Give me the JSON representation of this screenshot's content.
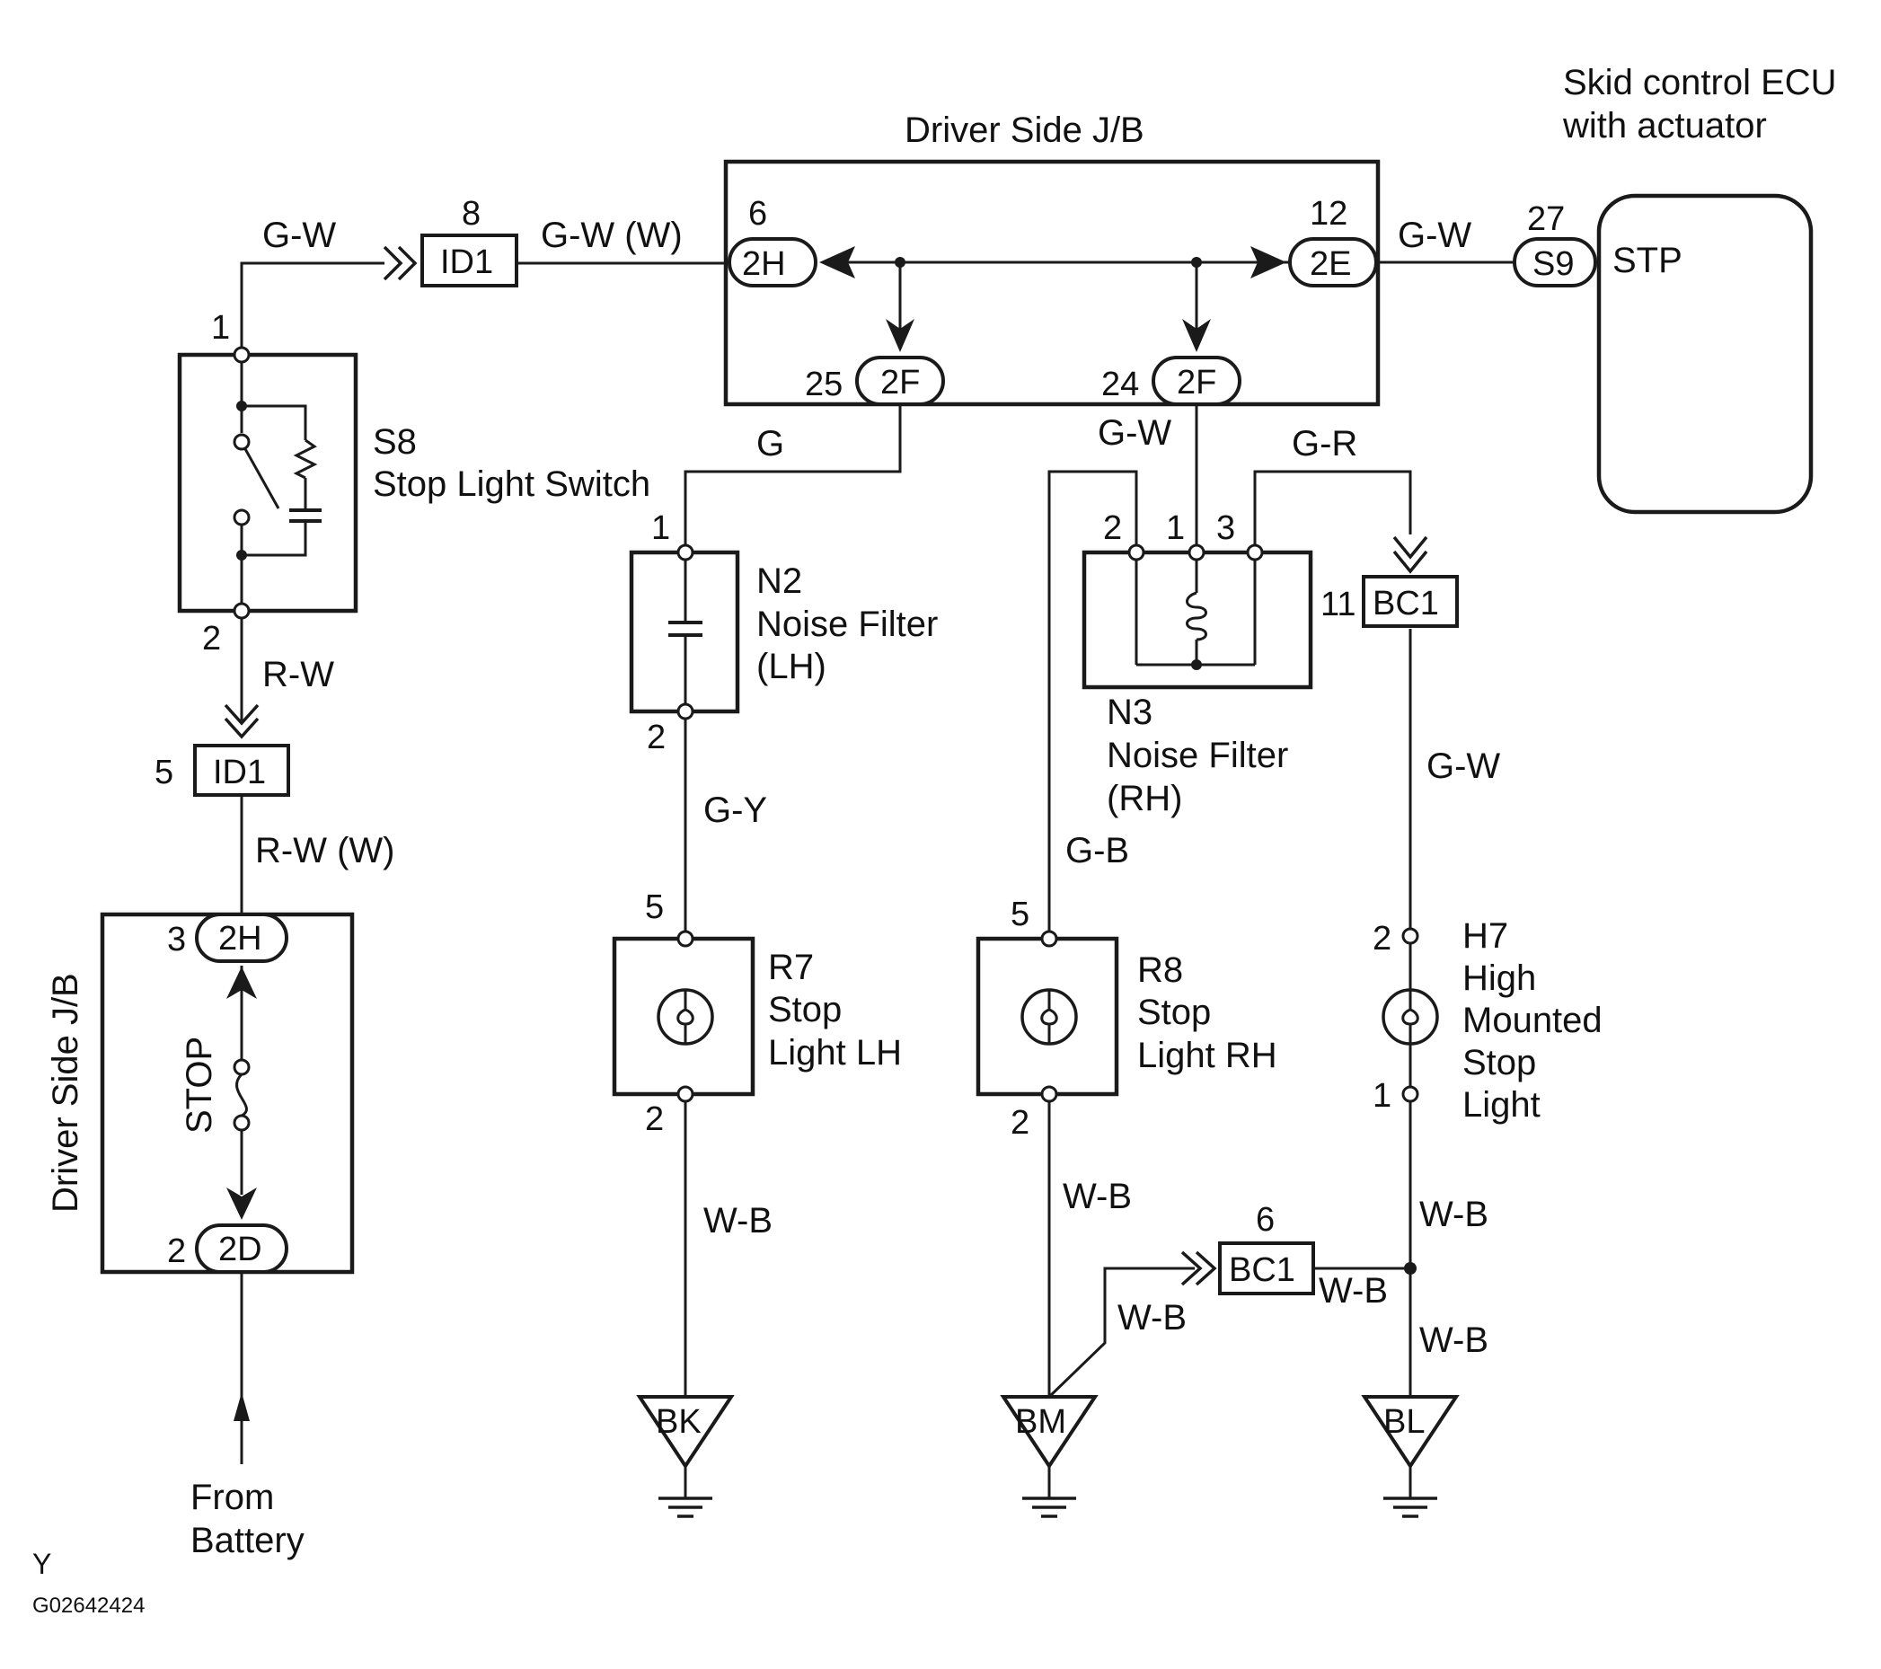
{
  "labels": {
    "ecu_title_line1": "Skid control  ECU",
    "ecu_title_line2": "with actuator",
    "ecu_stp": "STP",
    "jb_top_title": "Driver Side J/B",
    "jb_left_title": "Driver Side J/B",
    "fuse_name": "STOP",
    "s8_id": "S8",
    "s8_name": "Stop Light Switch",
    "n2_id": "N2",
    "n2_name_1": "Noise Filter",
    "n2_name_2": "(LH)",
    "n3_id": "N3",
    "n3_name_1": "Noise Filter",
    "n3_name_2": "(RH)",
    "r7_id": "R7",
    "r7_name_1": "Stop",
    "r7_name_2": "Light LH",
    "r8_id": "R8",
    "r8_name_1": "Stop",
    "r8_name_2": "Light RH",
    "h7_id": "H7",
    "h7_name_1": "High",
    "h7_name_2": "Mounted",
    "h7_name_3": "Stop",
    "h7_name_4": "Light",
    "from_battery_1": "From",
    "from_battery_2": "Battery",
    "corner_letter": "Y",
    "figure_id": "G02642424"
  },
  "wires": {
    "gw_1": "G-W",
    "gw_w": "G-W (W)",
    "gw_2": "G-W",
    "g": "G",
    "gw_3": "G-W",
    "gr": "G-R",
    "rw": "R-W",
    "rw_w": "R-W (W)",
    "gy": "G-Y",
    "gb": "G-B",
    "gw_4": "G-W",
    "wb_1": "W-B",
    "wb_2": "W-B",
    "wb_3": "W-B",
    "wb_4": "W-B",
    "wb_5": "W-B",
    "wb_6": "W-B"
  },
  "connectors": {
    "id1_top": "ID1",
    "id1_bottom": "ID1",
    "jb_2h_top": "2H",
    "jb_2e": "2E",
    "jb_2f_left": "2F",
    "jb_2f_right": "2F",
    "s9": "S9",
    "bc1_top": "BC1",
    "bc1_bottom": "BC1",
    "jb_2h_left": "2H",
    "jb_2d": "2D"
  },
  "pins": {
    "p_8": "8",
    "p_6_top": "6",
    "p_12": "12",
    "p_27": "27",
    "p_25": "25",
    "p_24": "24",
    "s8_p1": "1",
    "s8_p2": "2",
    "id1_p5": "5",
    "n2_p1": "1",
    "n2_p2": "2",
    "n3_p2": "2",
    "n3_p1": "1",
    "n3_p3": "3",
    "bc1_p11": "11",
    "r7_p5": "5",
    "r7_p2": "2",
    "r8_p5": "5",
    "r8_p2": "2",
    "h7_p2": "2",
    "h7_p1": "1",
    "jb_p3": "3",
    "jb_p2": "2",
    "bc1_p6": "6"
  },
  "grounds": {
    "bk": "BK",
    "bm": "BM",
    "bl": "BL"
  }
}
